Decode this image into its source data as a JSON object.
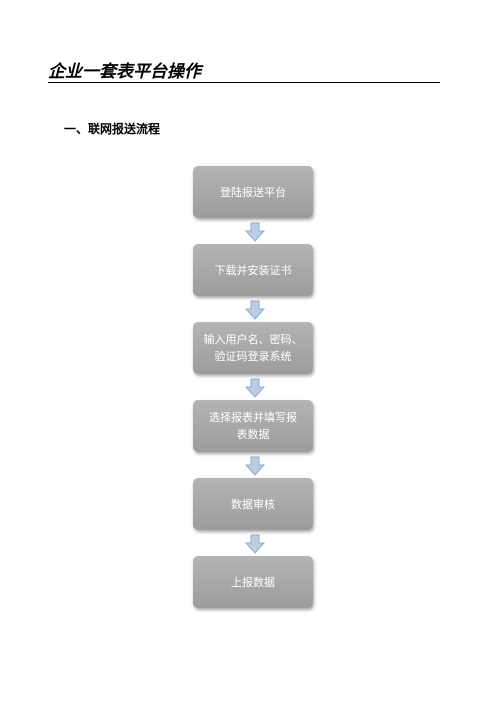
{
  "document": {
    "title": "企业一套表平台操作",
    "section_heading": "一、联网报送流程"
  },
  "flowchart": {
    "steps": [
      {
        "label": "登陆报送平台"
      },
      {
        "label": "下载并安装证书"
      },
      {
        "label": "输入用户名、密码、\n验证码登录系统"
      },
      {
        "label": "选择报表并填写报\n表数据"
      },
      {
        "label": "数据审核"
      },
      {
        "label": "上报数据"
      }
    ],
    "colors": {
      "box_fill": "#a8a8a8",
      "box_text": "#ffffff",
      "arrow_fill": "#b9cde5",
      "arrow_stroke": "#8eaad3"
    }
  }
}
